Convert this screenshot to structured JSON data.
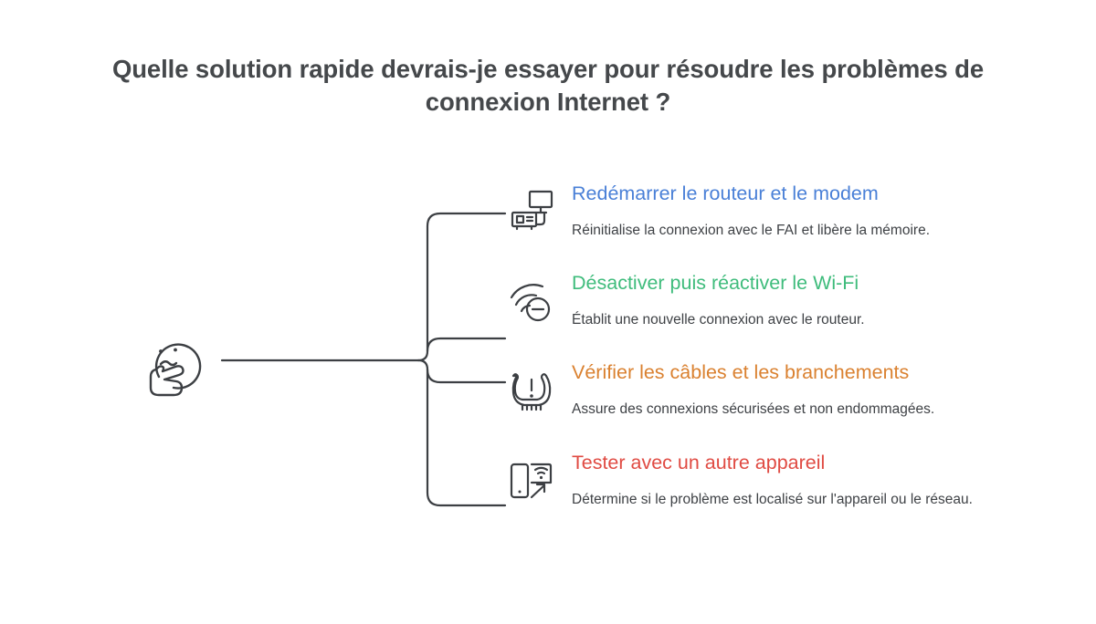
{
  "page": {
    "title": "Quelle solution rapide devrais-je essayer pour résoudre les problèmes de connexion Internet ?",
    "background_color": "#ffffff",
    "title_color": "#45484b",
    "connector_color": "#3c3f43"
  },
  "root": {
    "icon": "thinking-face-icon",
    "label": ""
  },
  "branches": [
    {
      "icon": "monitor-router-icon",
      "heading": "Redémarrer le routeur et le modem",
      "heading_color": "#4a80d7",
      "description": "Réinitialise la connexion avec le FAI et libère la mémoire."
    },
    {
      "icon": "wifi-off-icon",
      "heading": "Désactiver puis réactiver le Wi-Fi",
      "heading_color": "#3fbc7c",
      "description": "Établit une nouvelle connexion avec le routeur."
    },
    {
      "icon": "cable-warning-icon",
      "heading": "Vérifier les câbles et les branchements",
      "heading_color": "#da8130",
      "description": "Assure des connexions sécurisées et non endommagées."
    },
    {
      "icon": "phone-cast-icon",
      "heading": "Tester avec un autre appareil",
      "heading_color": "#e04b43",
      "description": "Détermine si le problème est localisé sur l'appareil ou le réseau."
    }
  ]
}
